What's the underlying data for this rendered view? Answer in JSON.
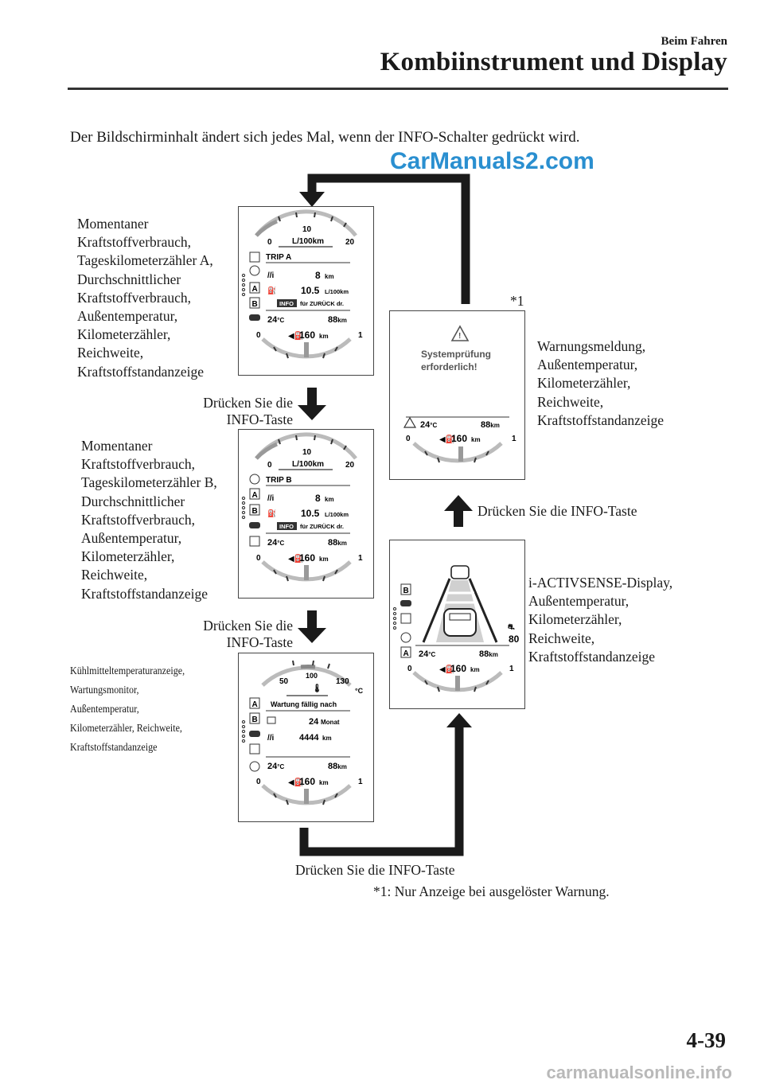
{
  "header": {
    "section": "Beim Fahren",
    "title": "Kombiinstrument und Display"
  },
  "intro": "Der Bildschirminhalt ändert sich jedes Mal, wenn der INFO-Schalter gedrückt wird.",
  "watermark": "CarManuals2.com",
  "footer_watermark": "carmanualsonline.info",
  "page_number": "4-39",
  "footnote": "*1: Nur Anzeige bei ausgelöster Warnung.",
  "warning_marker": "*1",
  "captions": {
    "trip_a": [
      "Momentaner",
      "Kraftstoffverbrauch,",
      "Tageskilometerzähler A,",
      "Durchschnittlicher",
      "Kraftstoffverbrauch,",
      "Außentemperatur,",
      "Kilometerzähler,",
      "Reichweite,",
      "Kraftstoffstandanzeige"
    ],
    "trip_b": [
      "Momentaner",
      "Kraftstoffverbrauch,",
      "Tageskilometerzähler B,",
      "Durchschnittlicher",
      "Kraftstoffverbrauch,",
      "Außentemperatur,",
      "Kilometerzähler,",
      "Reichweite,",
      "Kraftstoffstandanzeige"
    ],
    "coolant": [
      "Kühlmitteltemperaturanzeige,",
      "Wartungsmonitor,",
      "Außentemperatur,",
      "Kilometerzähler, Reichweite,",
      "Kraftstoffstandanzeige"
    ],
    "warning": [
      "Warnungsmeldung,",
      "Außentemperatur,",
      "Kilometerzähler,",
      "Reichweite,",
      "Kraftstoffstandanzeige"
    ],
    "activsense": [
      "i-ACTIVSENSE-Display,",
      "Außentemperatur,",
      "Kilometerzähler,",
      "Reichweite,",
      "Kraftstoffstandanzeige"
    ]
  },
  "press": {
    "line1": "Drücken Sie die",
    "line2": "INFO-Taste",
    "single": "Drücken Sie die INFO-Taste"
  },
  "screens": {
    "gauge_top": {
      "min": "0",
      "mid": "10",
      "max": "20",
      "unit": "L/100km"
    },
    "gauge_bottom": {
      "min": "0",
      "max": "1",
      "range": "160",
      "range_unit": "km"
    },
    "coolant_gauge": {
      "low": "50",
      "mid": "100",
      "high": "130",
      "unit": "°C"
    },
    "temperature": "24",
    "temperature_unit": "°C",
    "odometer": "88",
    "odometer_unit": "km",
    "trip_a_label": "TRIP A",
    "trip_b_label": "TRIP B",
    "trip_value": "8",
    "trip_unit": "km",
    "avg_consumption": "10.5",
    "avg_unit": "L/100km",
    "info_button": "INFO",
    "back_hint": "für ZURÜCK dr.",
    "maintenance_title": "Wartung fällig nach",
    "maint_months": "24",
    "maint_months_unit": "Monat",
    "maint_km": "4444",
    "maint_km_unit": "km",
    "warning_line1": "Systemprüfung",
    "warning_line2": "erforderlich!",
    "speed_limit": "80",
    "letter_a": "A",
    "letter_b": "B"
  }
}
